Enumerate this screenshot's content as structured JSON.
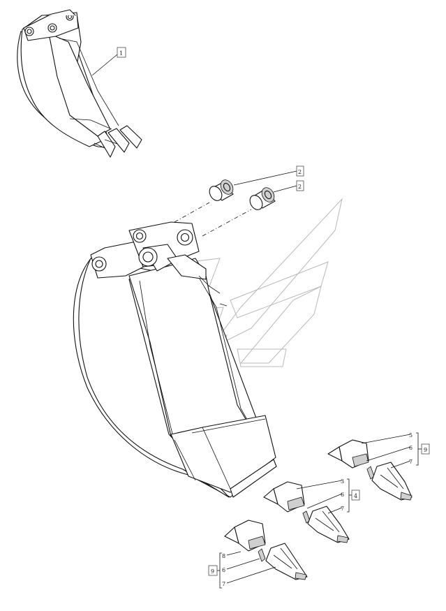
{
  "callouts": {
    "c1": "1",
    "c2a": "2",
    "c2b": "2",
    "r1_top": "5",
    "r1_mid": "6",
    "r1_bot": "7",
    "r1_group": "9",
    "r2_top": "3",
    "r2_mid": "6",
    "r2_bot": "7",
    "r2_group": "4",
    "r3_top": "8",
    "r3_mid": "6",
    "r3_bot": "7",
    "r3_group": "9"
  },
  "icons": {
    "bucket_small": "bucket-assembly-icon",
    "bucket_large": "bucket-exploded-icon",
    "bushing": "bushing-icon",
    "tooth": "bucket-tooth-icon",
    "adapter": "tooth-adapter-icon",
    "pin": "retaining-pin-icon",
    "watermark": "brand-watermark-icon"
  }
}
